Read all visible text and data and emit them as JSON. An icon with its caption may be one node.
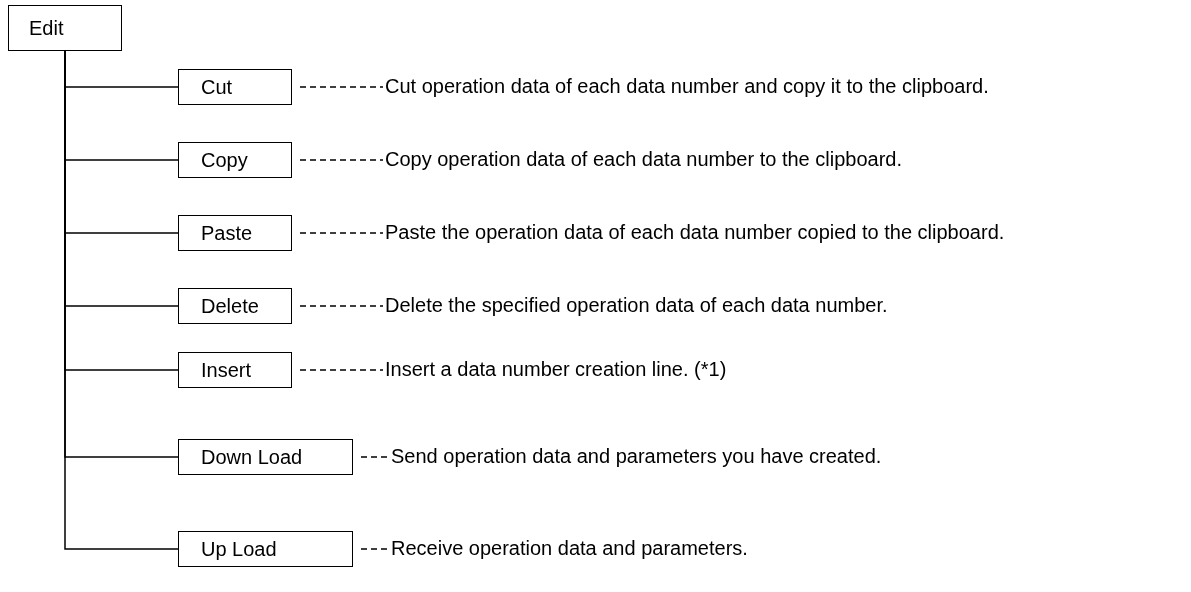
{
  "diagram": {
    "nodes": [
      {
        "text": [
          "Edit"
        ]
      },
      {
        "text": [
          "Cut"
        ]
      },
      {
        "text": [
          "Copy"
        ]
      },
      {
        "text": [
          "Paste"
        ]
      },
      {
        "text": [
          "Delete"
        ]
      },
      {
        "text": [
          "Insert"
        ]
      },
      {
        "text": [
          "Down Load"
        ]
      },
      {
        "text": [
          "Up Load"
        ]
      },
      {
        "text": [
          "Cut operation data of each data number and copy it to the clipboard."
        ]
      },
      {
        "text": [
          "Copy operation data of each data number to the clipboard."
        ]
      },
      {
        "text": [
          "Paste the operation data of each data number copied to the clipboard."
        ]
      },
      {
        "text": [
          "Delete the specified operation data of each data number."
        ]
      },
      {
        "text": [
          "Insert a data number creation line. (*1)"
        ]
      },
      {
        "text": [
          "Send operation data and parameters you have created."
        ]
      },
      {
        "text": [
          "Receive operation data and parameters."
        ]
      }
    ],
    "edges": [
      {
        "from": 0,
        "to": 1,
        "arrow": "none"
      },
      {
        "from": 0,
        "to": 2,
        "arrow": "none"
      },
      {
        "from": 0,
        "to": 3,
        "arrow": "none"
      },
      {
        "from": 0,
        "to": 4,
        "arrow": "none"
      },
      {
        "from": 0,
        "to": 5,
        "arrow": "none"
      },
      {
        "from": 0,
        "to": 6,
        "arrow": "none"
      },
      {
        "from": 0,
        "to": 7,
        "arrow": "none"
      },
      {
        "from": 1,
        "to": 8,
        "arrow": "none",
        "style": "dashed"
      },
      {
        "from": 2,
        "to": 9,
        "arrow": "none",
        "style": "dashed"
      },
      {
        "from": 3,
        "to": 10,
        "arrow": "none",
        "style": "dashed"
      },
      {
        "from": 4,
        "to": 11,
        "arrow": "none",
        "style": "dashed"
      },
      {
        "from": 5,
        "to": 12,
        "arrow": "none",
        "style": "dashed"
      },
      {
        "from": 6,
        "to": 13,
        "arrow": "none",
        "style": "dashed"
      },
      {
        "from": 7,
        "to": 14,
        "arrow": "none",
        "style": "dashed"
      }
    ]
  }
}
